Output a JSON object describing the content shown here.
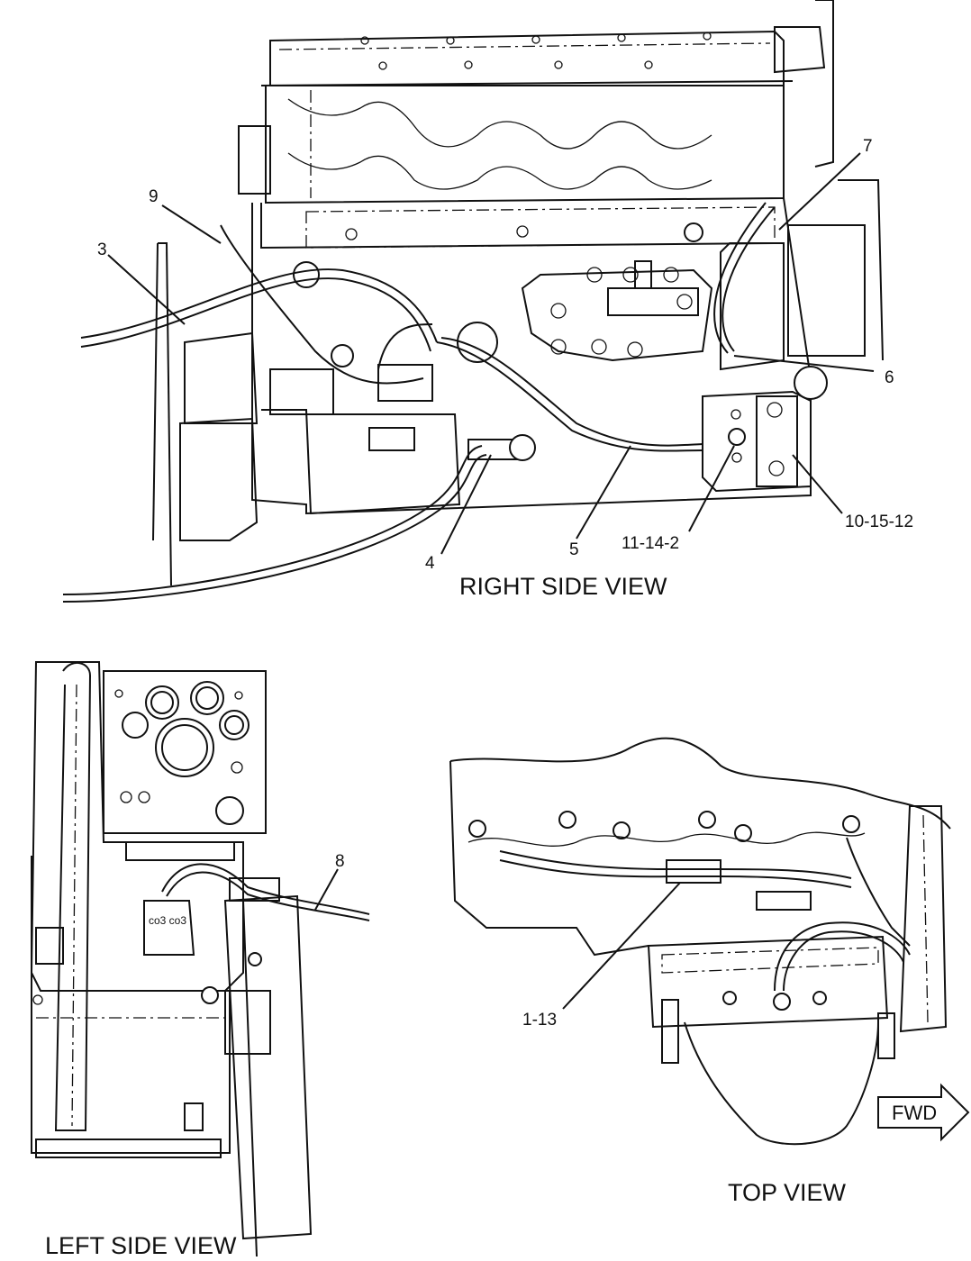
{
  "views": {
    "right": "RIGHT SIDE VIEW",
    "left": "LEFT SIDE VIEW",
    "top": "TOP VIEW"
  },
  "callouts": {
    "c3": "3",
    "c4": "4",
    "c5": "5",
    "c6": "6",
    "c7": "7",
    "c8": "8",
    "c9": "9",
    "c11_14_2": "11-14-2",
    "c10_15_12": "10-15-12",
    "c1_13": "1-13"
  },
  "direction": {
    "fwd": "FWD"
  }
}
